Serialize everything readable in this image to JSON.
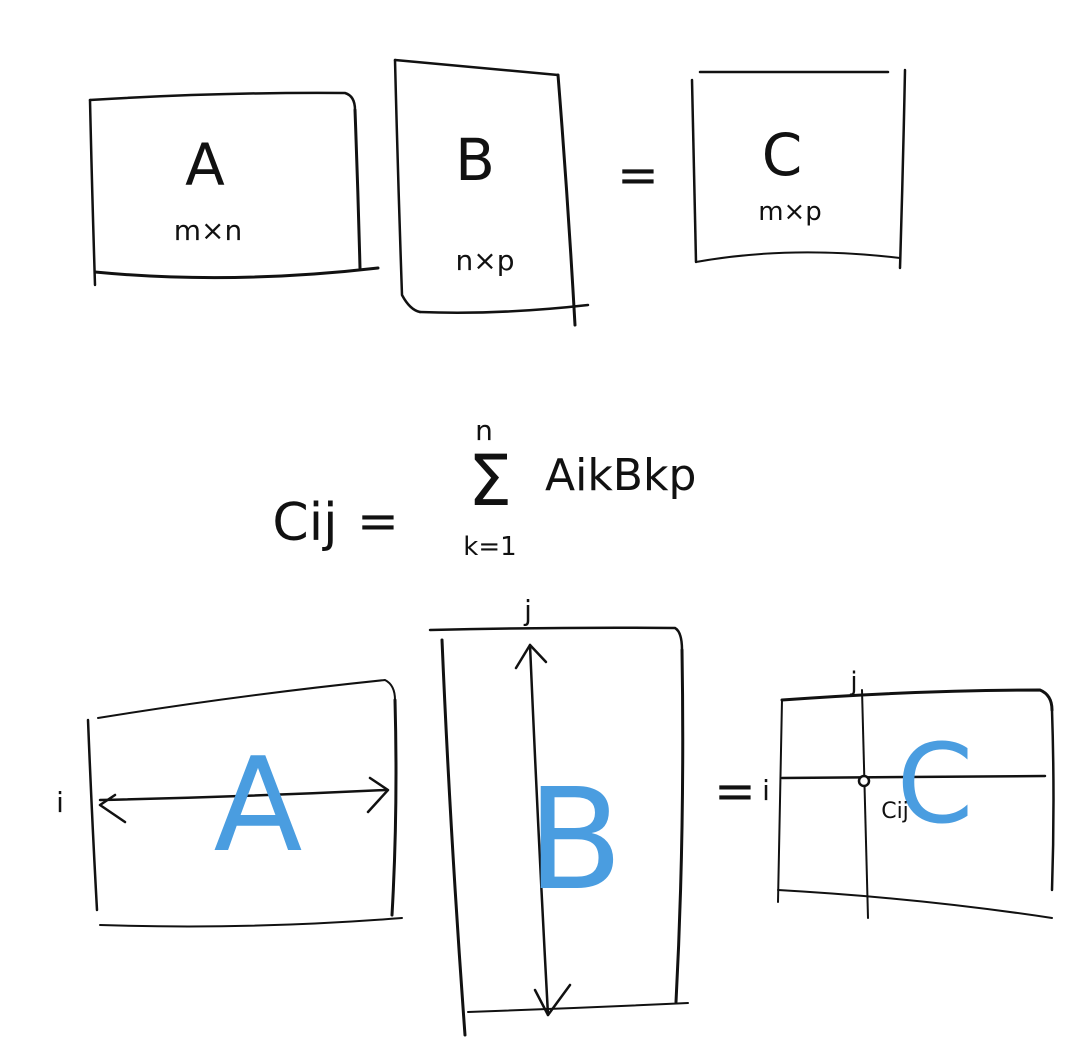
{
  "colors": {
    "ink": "#111111",
    "highlight": "#4a9de0"
  },
  "top_row": {
    "a_label": "A",
    "a_dims": "m×n",
    "b_label": "B",
    "b_dims": "n×p",
    "equals": "=",
    "c_label": "C",
    "c_dims": "m×p"
  },
  "formula": {
    "lhs": "Cij",
    "equals": "=",
    "sum_symbol": "Σ",
    "upper_limit": "n",
    "lower_limit": "k=1",
    "term": "AikBkp"
  },
  "bottom_row": {
    "a_label": "A",
    "row_index": "i",
    "b_label": "B",
    "col_index": "j",
    "equals": "=",
    "c_label": "C",
    "c_row_index": "i",
    "c_col_index": "j",
    "c_cell": "Cij"
  }
}
